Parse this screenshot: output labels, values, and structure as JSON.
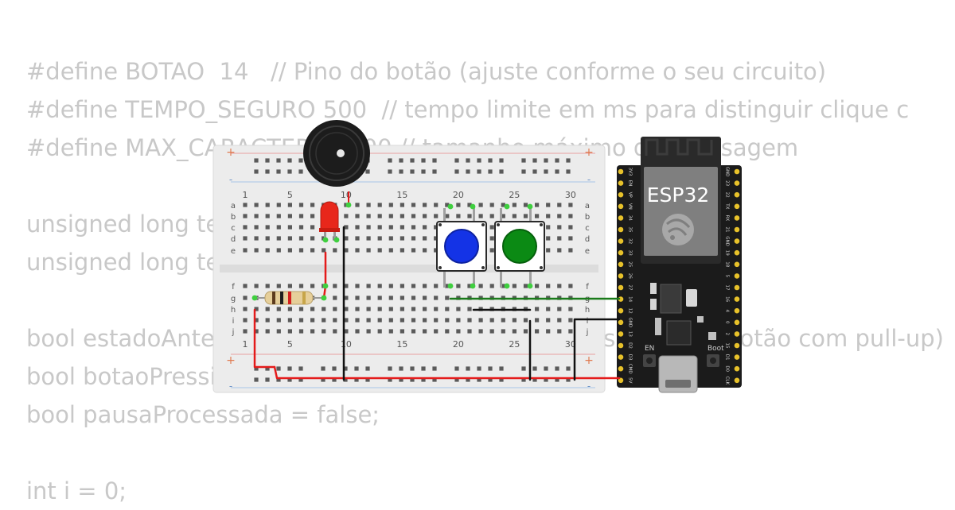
{
  "code_lines": [
    "#define BOTAO  14   // Pino do botão (ajuste conforme o seu circuito)",
    "#define TEMPO_SEGURO 500  // tempo limite em ms para distinguir clique c",
    "#define MAX_CARACTERES 200 // tamanho máximo da mensagem",
    "",
    "unsigned long tempoPressionado = 0;",
    "unsigned long tempoSolto = 0;",
    "",
    "bool estadoAnterior = HIGH;  // estado inicial (considerando botão com pull-up)",
    "bool botaoPressionado = false;",
    "bool pausaProcessada = false;",
    "",
    "int i = 0;"
  ],
  "breadboard": {
    "column_numbers": [
      "1",
      "5",
      "10",
      "15",
      "20",
      "25",
      "30"
    ],
    "row_letters_top": [
      "a",
      "b",
      "c",
      "d",
      "e"
    ],
    "row_letters_bottom": [
      "f",
      "g",
      "h",
      "i",
      "j"
    ],
    "rail_plus": "+",
    "rail_minus": "-"
  },
  "esp32": {
    "label": "ESP32",
    "left_pins": [
      "3V3",
      "EN",
      "VP",
      "VN",
      "34",
      "35",
      "32",
      "33",
      "25",
      "26",
      "27",
      "14",
      "12",
      "GND",
      "13",
      "D2",
      "D3",
      "CMD",
      "5V"
    ],
    "right_pins": [
      "GND",
      "23",
      "22",
      "TX",
      "RX",
      "21",
      "GND",
      "19",
      "18",
      "5",
      "17",
      "16",
      "4",
      "0",
      "2",
      "15",
      "D1",
      "D0",
      "CLK"
    ],
    "en_label": "EN",
    "boot_label": "Boot"
  },
  "components": {
    "led_color": "#e8271b",
    "button_1_color": "#1433e6",
    "button_2_color": "#0b8a14"
  },
  "colors": {
    "wire_red": "#e41b1b",
    "wire_black": "#111111",
    "wire_green": "#1a7a1a",
    "pin_green": "#3fcf3f"
  }
}
